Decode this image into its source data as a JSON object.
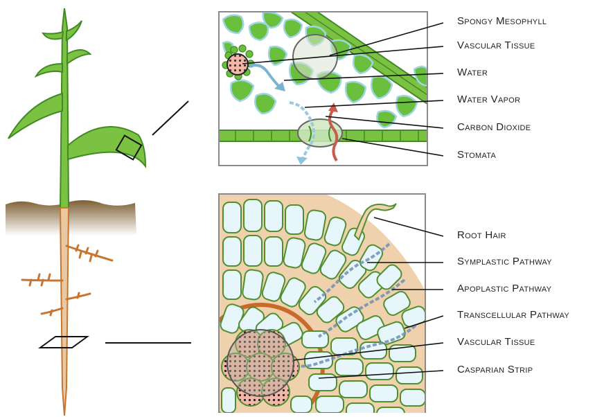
{
  "labels": {
    "leaf": [
      "Spongy Mesophyll",
      "Vascular Tissue",
      "Water",
      "Water Vapor",
      "Carbon Dioxide",
      "Stomata"
    ],
    "root": [
      "Root Hair",
      "Symplastic Pathway",
      "Apoplastic Pathway",
      "Transcellular Pathway",
      "Vascular Tissue",
      "Casparian Strip"
    ]
  },
  "colors": {
    "leaf_green": "#6abf3c",
    "leaf_outline": "#3f8a25",
    "stem_green": "#7cc242",
    "root_tan": "#e9c9a3",
    "root_brown": "#c8762f",
    "soil": "#8a6a3e",
    "cell_fill": "#e6f6fb",
    "cell_outline": "#4f8f2e",
    "vascular_pink": "#f4b6a6",
    "water_blue": "#8fc3dc",
    "co2_red": "#c95b4e",
    "casparian": "#c86a2a",
    "cortex_bg": "#efd2ad"
  }
}
